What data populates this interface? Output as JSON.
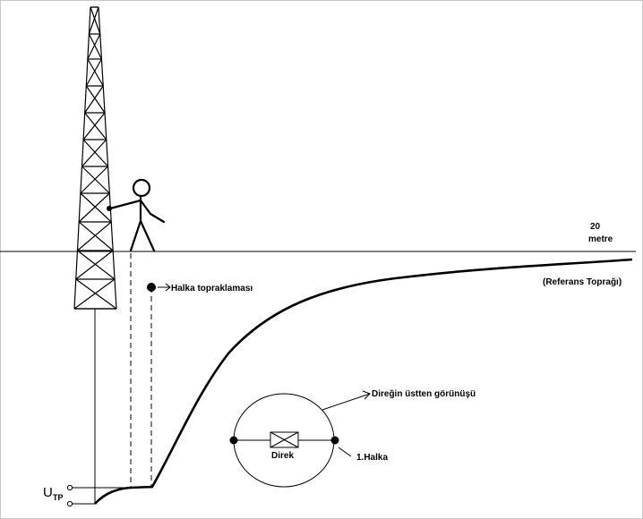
{
  "labels": {
    "distance_value": "20",
    "distance_unit": "metre",
    "reference_earth": "(Referans Toprağı)",
    "ring_grounding": "Halka topraklaması",
    "top_view": "Direğin üstten görünüşü",
    "pole": "Direk",
    "ring": "1.Halka",
    "utp_main": "U",
    "utp_sub": "TP"
  },
  "colors": {
    "stroke": "#000000",
    "background": "#ffffff",
    "frame": "#c8c8c8"
  }
}
